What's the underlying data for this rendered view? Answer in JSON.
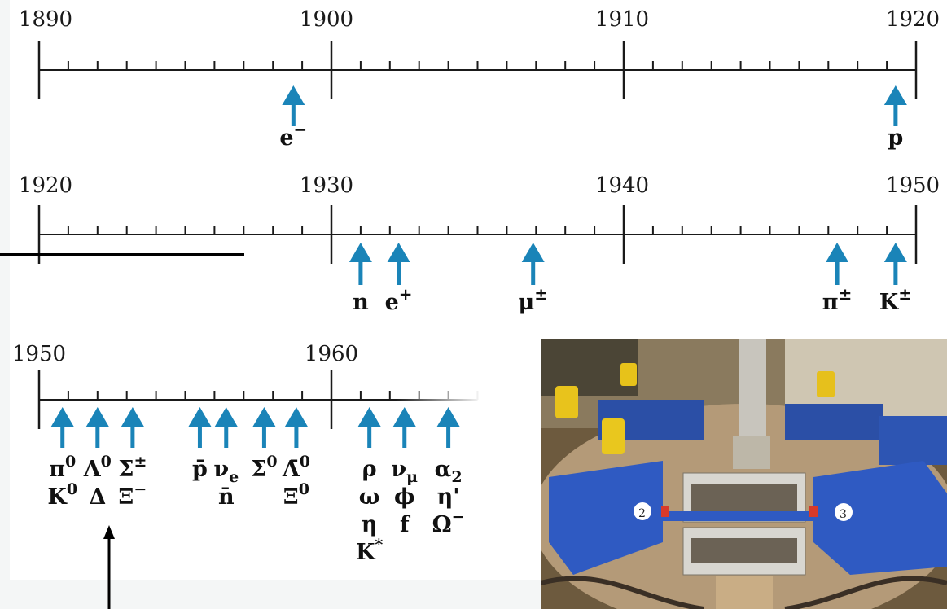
{
  "timelines": [
    {
      "id": "row1",
      "year_labels": [
        "1890",
        "1900",
        "1910",
        "1920"
      ],
      "particles": [
        {
          "year": 1898.7,
          "label": "e",
          "sup": "−"
        },
        {
          "year": 1919.3,
          "label": "p"
        }
      ]
    },
    {
      "id": "row2",
      "year_labels": [
        "1920",
        "1930",
        "1940",
        "1950"
      ],
      "particles": [
        {
          "year": 1931.0,
          "label": "n"
        },
        {
          "year": 1932.3,
          "label": "e",
          "sup": "+"
        },
        {
          "year": 1936.9,
          "label": "μ",
          "sup": "±"
        },
        {
          "year": 1947.3,
          "label": "π",
          "sup": "±"
        },
        {
          "year": 1949.3,
          "label": "K",
          "sup": "±"
        }
      ]
    },
    {
      "id": "row3",
      "year_labels": [
        "1950",
        "1960"
      ],
      "particle_columns": [
        {
          "year": 1950.8,
          "lines": [
            [
              {
                "t": "π"
              },
              {
                "t": "0",
                "sup": true
              }
            ],
            [
              {
                "t": "K"
              },
              {
                "t": "0",
                "sup": true
              }
            ]
          ]
        },
        {
          "year": 1952.0,
          "lines": [
            [
              {
                "t": "Λ"
              },
              {
                "t": "0",
                "sup": true
              }
            ],
            [
              {
                "t": "Δ"
              }
            ]
          ]
        },
        {
          "year": 1953.2,
          "lines": [
            [
              {
                "t": "Σ"
              },
              {
                "t": "±",
                "sup": true
              }
            ],
            [
              {
                "t": "Ξ"
              },
              {
                "t": "−",
                "sup": true
              }
            ]
          ]
        },
        {
          "year": 1955.5,
          "lines": [
            [
              {
                "t": "p̄"
              }
            ]
          ]
        },
        {
          "year": 1956.4,
          "lines": [
            [
              {
                "t": "ν"
              },
              {
                "t": "e",
                "sub": true
              }
            ],
            [
              {
                "t": "n̄"
              }
            ]
          ]
        },
        {
          "year": 1957.7,
          "lines": [
            [
              {
                "t": "Σ"
              },
              {
                "t": "0",
                "sup": true
              }
            ]
          ]
        },
        {
          "year": 1958.8,
          "lines": [
            [
              {
                "t": "Λ̄"
              },
              {
                "t": "0",
                "sup": true
              }
            ],
            [
              {
                "t": "Ξ"
              },
              {
                "t": "0",
                "sup": true
              }
            ]
          ]
        },
        {
          "year": 1961.3,
          "lines": [
            [
              {
                "t": "ρ"
              }
            ],
            [
              {
                "t": "ω"
              }
            ],
            [
              {
                "t": "η"
              }
            ],
            [
              {
                "t": "K"
              },
              {
                "t": "*",
                "sup": true
              }
            ]
          ]
        },
        {
          "year": 1962.5,
          "lines": [
            [
              {
                "t": "ν"
              },
              {
                "t": "μ",
                "sub": true
              }
            ],
            [
              {
                "t": "ϕ"
              }
            ],
            [
              {
                "t": "f"
              }
            ]
          ]
        },
        {
          "year": 1964.0,
          "lines": [
            [
              {
                "t": "α"
              },
              {
                "t": "2",
                "sub": true
              }
            ],
            [
              {
                "t": "η'"
              }
            ],
            [
              {
                "t": "Ω"
              },
              {
                "t": "−",
                "sup": true
              }
            ]
          ]
        }
      ]
    }
  ],
  "colors": {
    "arrow": "#1a84b8",
    "axis": "#1a1a1a",
    "annotation": "#000000"
  }
}
